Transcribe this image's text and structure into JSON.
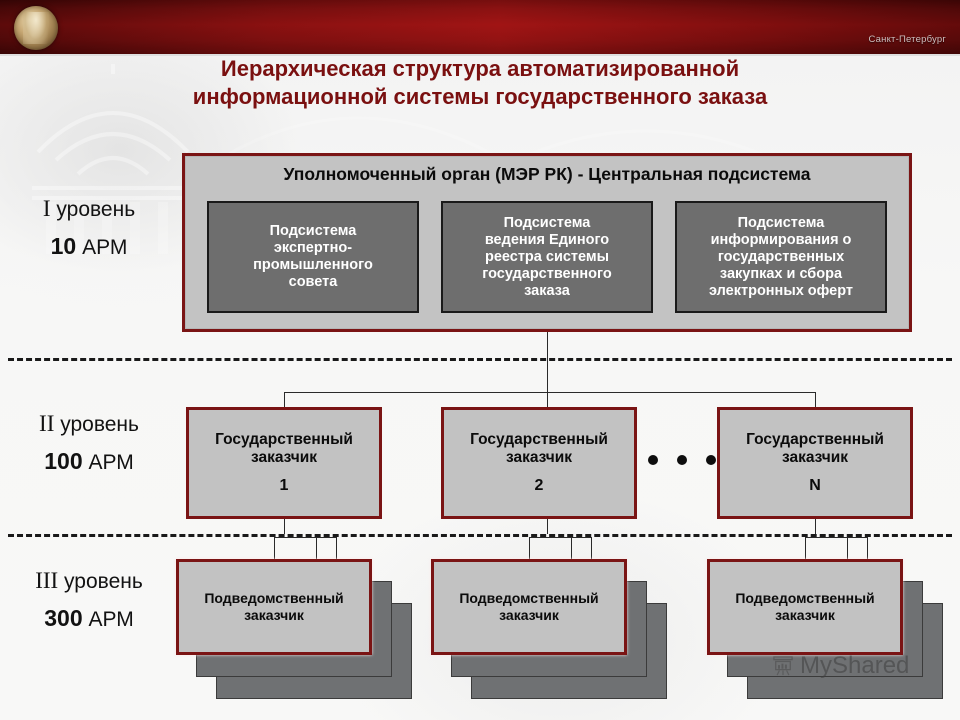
{
  "banner": {
    "city_label": "Санкт-Петербург",
    "seal_icon": "coin-seal-icon",
    "colors": {
      "banner_dark": "#3d0505",
      "banner_red": "#a51616"
    }
  },
  "title": "Иерархическая структура автоматизированной информационной системы государственного заказа",
  "colors": {
    "title_red": "#7a1010",
    "box_border": "#7a1414",
    "box_fill": "#c2c2c2",
    "sub_box_fill": "#6e6e6e",
    "stack_sheet": "#6f7173",
    "line": "#2a2a2a"
  },
  "levels": [
    {
      "id": "level-1",
      "roman": "I",
      "level_word": "уровень",
      "count": "10",
      "unit": "АРМ"
    },
    {
      "id": "level-2",
      "roman": "II",
      "level_word": "уровень",
      "count": "100",
      "unit": "АРМ"
    },
    {
      "id": "level-3",
      "roman": "III",
      "level_word": "уровень",
      "count": "300",
      "unit": "АРМ"
    }
  ],
  "level1": {
    "header": "Уполномоченный орган (МЭР РК) - Центральная подсистема",
    "subsystems": [
      "Подсистема\nэкспертно-\nпромышленного\nсовета",
      "Подсистема\nведения Единого\nреестра системы\nгосударственного\nзаказа",
      "Подсистема\nинформирования о\nгосударственных\nзакупках и сбора\nэлектронных оферт"
    ]
  },
  "level2": {
    "nodes": [
      {
        "label": "Государственный\nзаказчик",
        "index": "1"
      },
      {
        "label": "Государственный\nзаказчик",
        "index": "2"
      },
      {
        "label": "Государственный\nзаказчик",
        "index": "N"
      }
    ],
    "ellipsis": "• • •"
  },
  "level3": {
    "nodes": [
      {
        "label": "Подведомственный\nзаказчик"
      },
      {
        "label": "Подведомственный\nзаказчик"
      },
      {
        "label": "Подведомственный\nзаказчик"
      }
    ]
  },
  "watermark": {
    "text": "MyShared",
    "icon": "myshared-chart-icon"
  }
}
